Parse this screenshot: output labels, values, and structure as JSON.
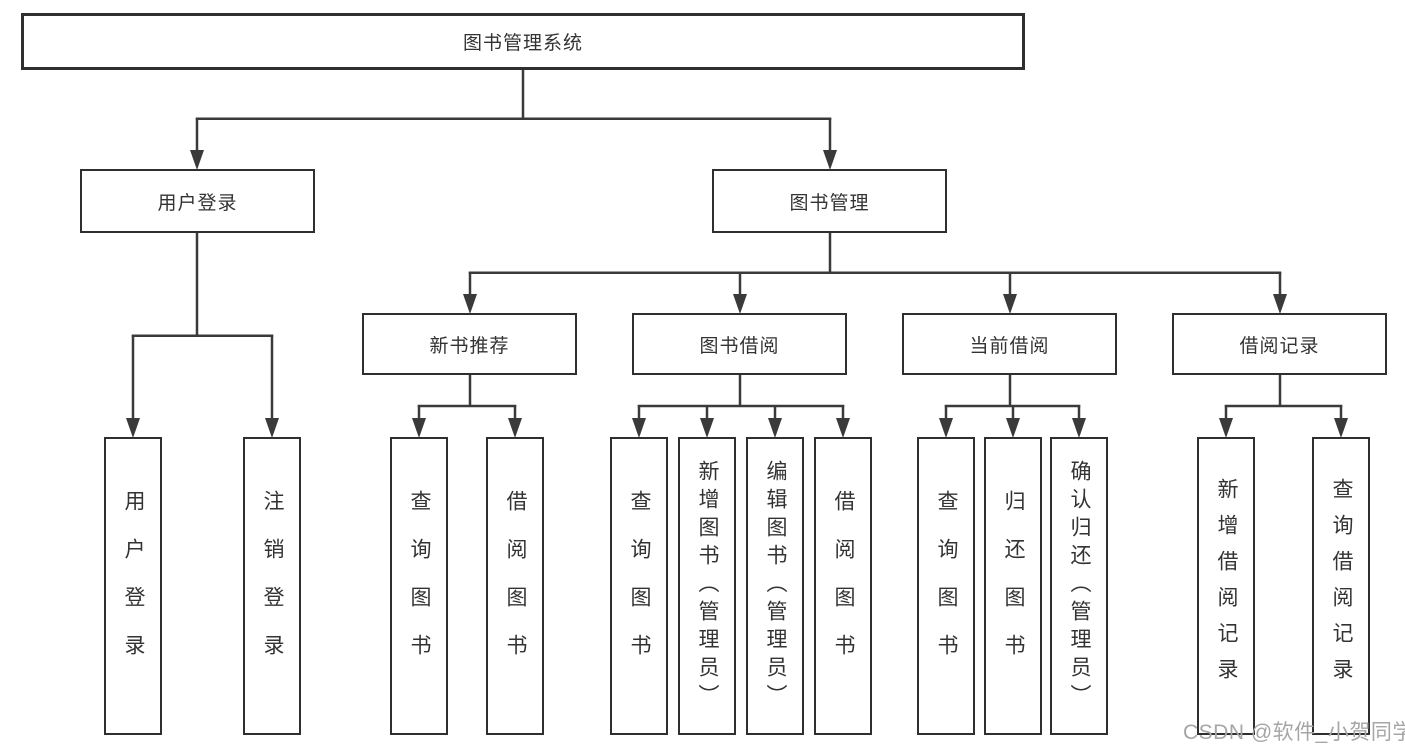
{
  "nodes": {
    "root": "图书管理系统",
    "user_login": "用户登录",
    "book_mgmt": "图书管理",
    "new_books": "新书推荐",
    "borrowing": "图书借阅",
    "current": "当前借阅",
    "records": "借阅记录"
  },
  "leaves": {
    "user_login": [
      "用户登录",
      "注销登录"
    ],
    "new_books": [
      "查询图书",
      "借阅图书"
    ],
    "borrowing": [
      "查询图书",
      "新增图书（管理员）",
      "编辑图书（管理员）",
      "借阅图书"
    ],
    "current": [
      "查询图书",
      "归还图书",
      "确认归还（管理员）"
    ],
    "records": [
      "新增借阅记录",
      "查询借阅记录"
    ]
  },
  "watermark": "CSDN @软件_小贺同学",
  "colors": {
    "line": "#3a3a3a",
    "border": "#2f2f2f",
    "text": "#333333",
    "background": "#ffffff",
    "watermark": "#a6a6a6"
  }
}
